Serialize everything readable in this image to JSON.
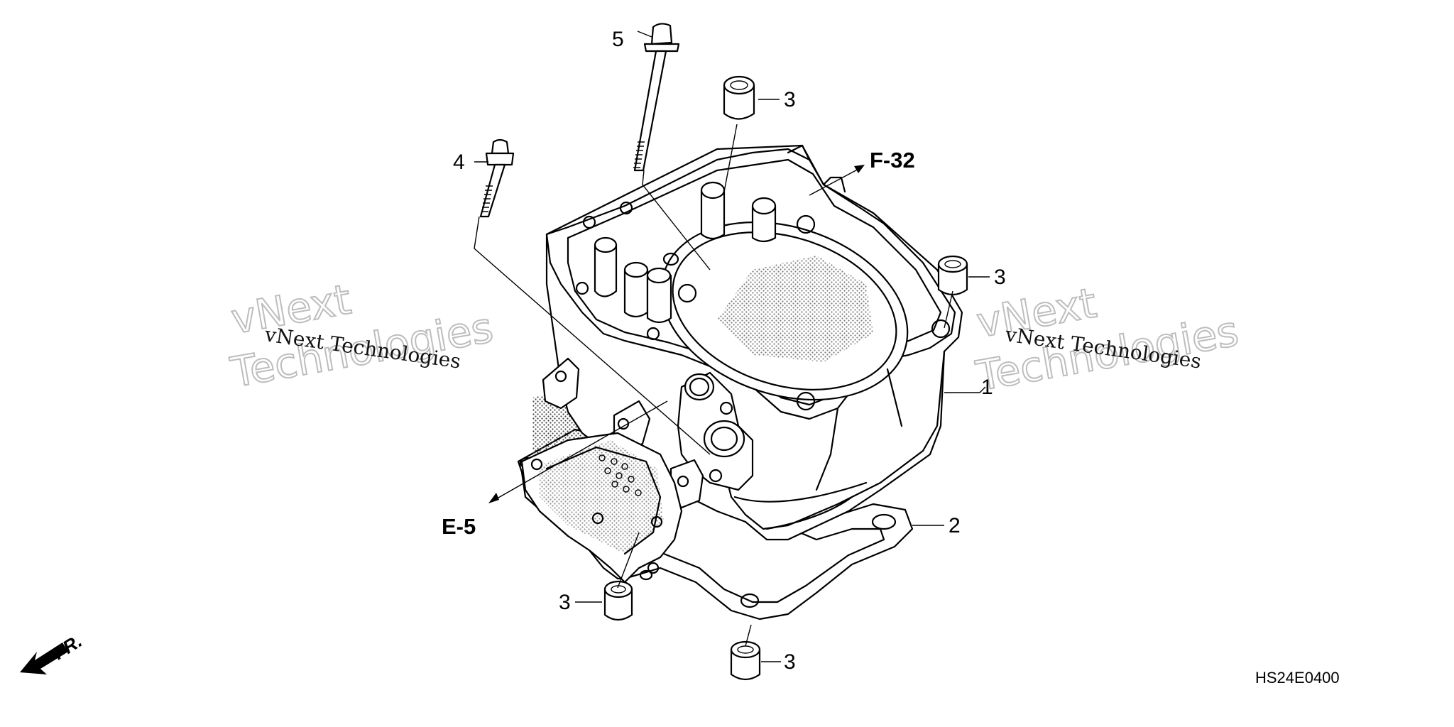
{
  "callouts": {
    "c1": "1",
    "c2": "2",
    "c3a": "3",
    "c3b": "3",
    "c3c": "3",
    "c3d": "3",
    "c4": "4",
    "c5": "5"
  },
  "refs": {
    "f32": "F-32",
    "e5": "E-5"
  },
  "diagram_code": "HS24E0400",
  "front_marker": "FR.",
  "watermark": {
    "small": "vNext Technologies",
    "big_line1": "vNext",
    "big_line2": "Technologies"
  }
}
